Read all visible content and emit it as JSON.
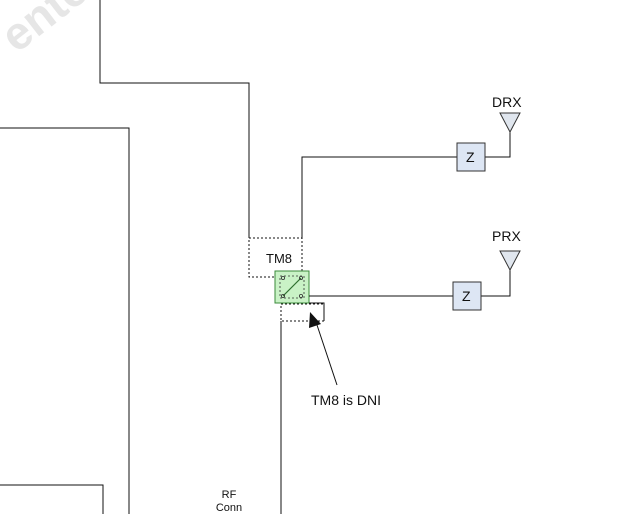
{
  "watermark": "ente",
  "labels": {
    "drx": "DRX",
    "prx": "PRX",
    "tm8": "TM8",
    "note": "TM8 is DNI",
    "rf_conn_line1": "RF",
    "rf_conn_line2": "Conn"
  },
  "components": {
    "drx_filter": "Z",
    "prx_filter": "Z"
  },
  "colors": {
    "line": "#111111",
    "switch_fill": "#c9f2c6",
    "switch_border": "#3a8a3a",
    "filter_fill": "#dde6f4",
    "watermark": "#e6e6e6"
  }
}
